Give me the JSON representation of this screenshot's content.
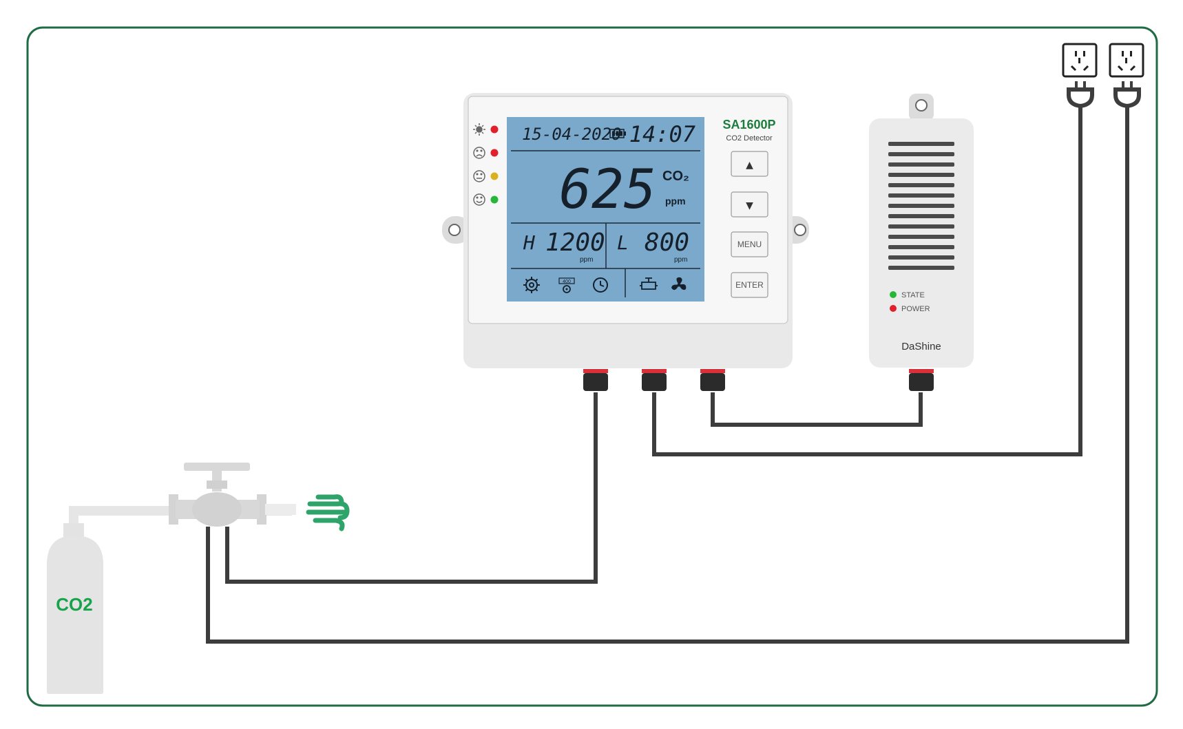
{
  "device": {
    "model": "SA1600P",
    "subtitle": "CO2 Detector",
    "buttons": {
      "up": "▲",
      "down": "▼",
      "menu": "MENU",
      "enter": "ENTER"
    }
  },
  "display": {
    "date": "15-04-2020",
    "time": "14:07",
    "co2_value": "625",
    "co2_label": "CO₂",
    "unit": "ppm",
    "high_prefix": "H",
    "high_value": "1200",
    "low_prefix": "L",
    "low_value": "800",
    "icons": [
      "gear-icon",
      "calibration-400-icon",
      "clock-icon",
      "valve-icon",
      "fan-icon"
    ],
    "calibration_badge": "400"
  },
  "indicators": [
    {
      "face": "sun-icon",
      "color": "#e0202a"
    },
    {
      "face": "sad-face-icon",
      "color": "#e0202a"
    },
    {
      "face": "neutral-face-icon",
      "color": "#d8b21e"
    },
    {
      "face": "happy-face-icon",
      "color": "#27b737"
    }
  ],
  "controller": {
    "brand": "DaShine",
    "state_label": "STATE",
    "power_label": "POWER",
    "state_color": "#27b737",
    "power_color": "#e0202a"
  },
  "cylinder": {
    "label": "CO2",
    "label_color": "#17a34a"
  },
  "colors": {
    "frame": "#1f6b43",
    "wire": "#3d3d3d",
    "lcd": "#7aa9cc",
    "model": "#1c7c3c",
    "gas": "#2ea36a"
  }
}
